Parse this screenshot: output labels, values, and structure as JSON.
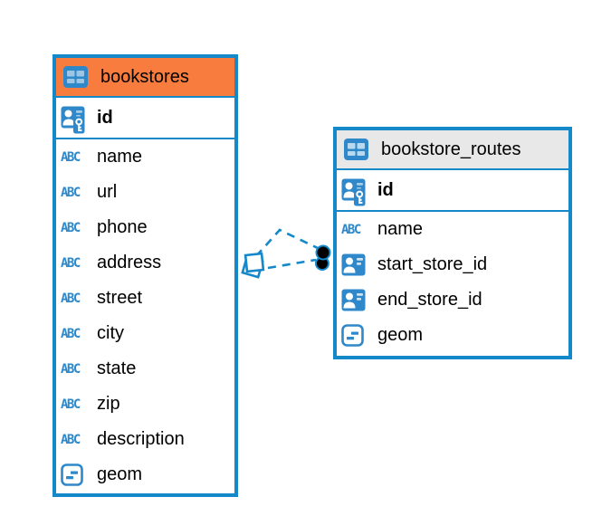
{
  "diagram": {
    "background_color": "#ffffff",
    "accent_blue": "#1588c9",
    "icon_blue": "#2e88c9",
    "icon_glyphs": {
      "abc": "ABC"
    },
    "tables": [
      {
        "name": "bookstores",
        "header_bg": "#f87c3e",
        "columns": [
          {
            "label": "id",
            "icon": "person-key-icon",
            "primary_key": true
          },
          {
            "label": "name",
            "icon": "abc-icon"
          },
          {
            "label": "url",
            "icon": "abc-icon"
          },
          {
            "label": "phone",
            "icon": "abc-icon"
          },
          {
            "label": "address",
            "icon": "abc-icon"
          },
          {
            "label": "street",
            "icon": "abc-icon"
          },
          {
            "label": "city",
            "icon": "abc-icon"
          },
          {
            "label": "state",
            "icon": "abc-icon"
          },
          {
            "label": "zip",
            "icon": "abc-icon"
          },
          {
            "label": "description",
            "icon": "abc-icon"
          },
          {
            "label": "geom",
            "icon": "object-icon"
          }
        ]
      },
      {
        "name": "bookstore_routes",
        "header_bg": "#e8e8e8",
        "columns": [
          {
            "label": "id",
            "icon": "person-key-icon",
            "primary_key": true
          },
          {
            "label": "name",
            "icon": "abc-icon"
          },
          {
            "label": "start_store_id",
            "icon": "person-icon"
          },
          {
            "label": "end_store_id",
            "icon": "person-icon"
          },
          {
            "label": "geom",
            "icon": "object-icon"
          }
        ]
      }
    ],
    "relationships": {
      "lines": [
        {
          "style": "dashed",
          "from_table": "bookstores",
          "to_table": "bookstore_routes"
        },
        {
          "style": "dashed",
          "from_table": "bookstores",
          "to_table": "bookstore_routes"
        }
      ],
      "source_marker": "diamond",
      "target_marker": "dot"
    }
  }
}
